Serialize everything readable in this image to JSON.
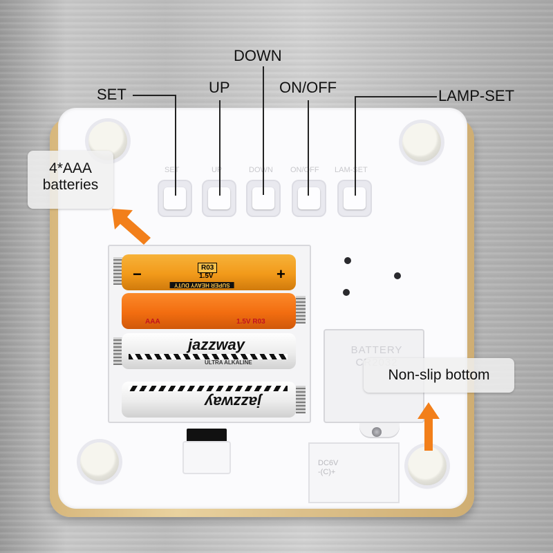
{
  "labels": {
    "set": "SET",
    "up": "UP",
    "down": "DOWN",
    "on_off": "ON/OFF",
    "lamp_set": "LAMP-SET"
  },
  "button_captions": [
    "SET",
    "UP",
    "DOWN",
    "ON/OFF",
    "LAM-SET"
  ],
  "callouts": {
    "batteries_line1": "4*AAA",
    "batteries_line2": "batteries",
    "non_slip": "Non-slip bottom"
  },
  "batteries": {
    "b1_text": "R03",
    "b1_voltage": "1.5V",
    "b1_brand": "SUPER HEAVY DUTY",
    "b2_text": "AAA",
    "b2_voltage": "1.5V R03",
    "b3_text": "jazzway",
    "b3_sub": "ULTRA ALKALINE",
    "b4_text": "jazzway"
  },
  "coin_door": {
    "line1": "BATTERY",
    "line2": "CR2032"
  },
  "dc_label": {
    "line1": "DC6V",
    "line2": "-(C)+"
  },
  "colors": {
    "arrow": "#f27f1a",
    "device": "#fbfbfd",
    "bamboo": "#e2c88f"
  }
}
